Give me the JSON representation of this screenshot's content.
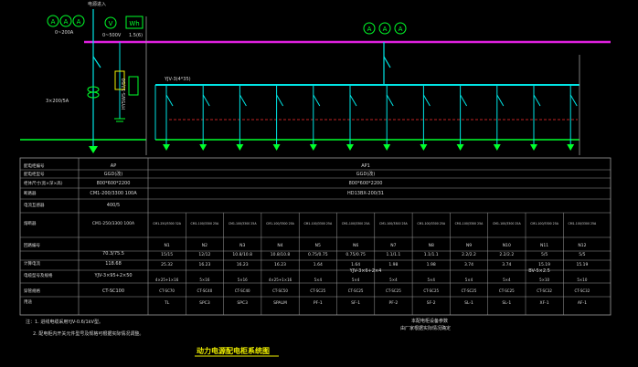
{
  "colors": {
    "background": "#000000",
    "busbar": "#e020e0",
    "cyan": "#00e5e5",
    "green": "#00ff2a",
    "yellow": "#f0f000",
    "grid": "#9a9a9a",
    "text": "#d8d8d8",
    "red": "#ff3030"
  },
  "header": {
    "incoming_label": "电源进入",
    "ammeter_range": "0~200A",
    "voltmeter_range": "0~500V",
    "meter_ratio": "1.5(6)",
    "ct_label": "3×200/5A",
    "arrester_label": "HY5WS-17/50",
    "feeder_cable": "YJV-3(4*35)"
  },
  "meters": {
    "left": [
      "A",
      "A"
    ],
    "voltmeter": "V",
    "kwh": "Wh",
    "branch": [
      "A",
      "A",
      "A"
    ]
  },
  "feeders": [
    "N1",
    "N2",
    "N3",
    "N4",
    "N5",
    "N6",
    "N7",
    "N8",
    "N9",
    "N10",
    "N11",
    "N12"
  ],
  "table": {
    "row_labels": [
      "配电柜编号",
      "配电柜型号",
      "柜体尺寸(宽×深×高)",
      "断路器",
      "电流互感器",
      "熔断器",
      "回路编号",
      "计算电流",
      "电缆型号及规格",
      "穿管规格",
      "用途"
    ],
    "cabinet_no": [
      "AP",
      "AP1"
    ],
    "cabinet_type": [
      "GGD(改)",
      "GGD(改)"
    ],
    "cabinet_size": [
      "800*600*2200",
      "800*600*2200"
    ],
    "breaker": [
      "CM1-200/3300 100A",
      "HD13BX-200/31"
    ],
    "ct_ratio": "400/5",
    "fuse_main": "CM1-250/3300 100A",
    "fuse_branch": [
      "CM1-250/3300 32A",
      "CM1-100/3300 25A",
      "CM1-100/3300 25A",
      "CM1-100/3300 25A",
      "CM1-100/3300 25A",
      "CM1-100/3300 25A",
      "CM1-100/3300 25A",
      "CM1-100/3300 25A",
      "CM1-100/3300 25A",
      "CM1-100/3300 25A",
      "CM1-100/3300 25A",
      "CM1-100/3300 25A"
    ],
    "power_main": "70.3/75.5",
    "current_main": "118.68",
    "power_branch": [
      "15/15",
      "12/12",
      "10.8/10.8",
      "10.8/10.8",
      "0.75/0.75",
      "0.75/0.75",
      "1.1/1.1",
      "1.1/1.1",
      "2.2/2.2",
      "2.2/2.2",
      "5/5",
      "5/5"
    ],
    "current_branch": [
      "25.32",
      "16.23",
      "16.23",
      "16.23",
      "1.64",
      "1.64",
      "1.98",
      "1.98",
      "3.74",
      "3.74",
      "15.19",
      "15.19"
    ],
    "cable_main": "YJV-3×95+2×50",
    "cable_group": "YJV-3×6+2×4",
    "cable_group_right": "BV-5×2.5",
    "cable_branch": [
      "4×25+1×16",
      "5×16",
      "5×16",
      "4×25+1×16",
      "5×4",
      "5×4",
      "5×4",
      "5×4",
      "5×4",
      "5×4",
      "5×10",
      "5×10"
    ],
    "conduit_main": "CT-SC100",
    "conduit_branch": [
      "CT-SC70",
      "CT-SC40",
      "CT-SC40",
      "CT-SC50",
      "CT-SC25",
      "CT-SC25",
      "CT-SC25",
      "CT-SC25",
      "CT-SC25",
      "CT-SC25",
      "CT-SC32",
      "CT-SC32"
    ],
    "usage": [
      "TL",
      "SPC3",
      "SPC3",
      "SPALM",
      "PF-1",
      "SF-1",
      "PF-2",
      "SF-2",
      "SL-1",
      "SL-1",
      "XF-1",
      "AF-1"
    ]
  },
  "notes": [
    "注：1. 进线电缆采用YJV-0.6/1kV型。",
    "2. 配电柜内开关元件型号及规格可根据实际情况调整。"
  ],
  "right_notes": [
    "本配电柜设备参数",
    "由厂家根据实际情况确定"
  ],
  "title": "动力电源配电柜系统图"
}
